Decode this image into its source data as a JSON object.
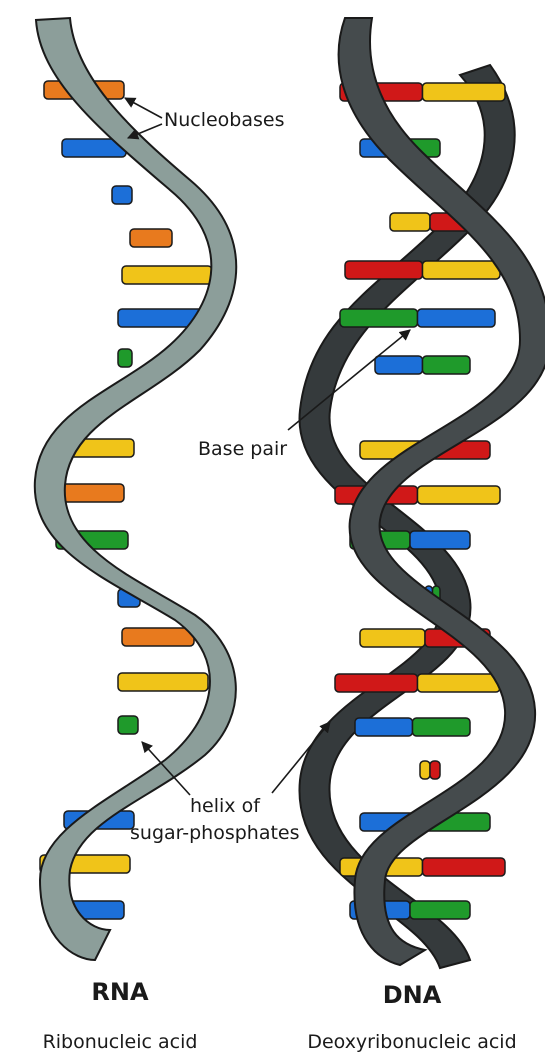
{
  "labels": {
    "nucleobases": "Nucleobases",
    "base_pair": "Base pair",
    "helix_line1": "helix of",
    "helix_line2": "sugar-phosphates"
  },
  "rna": {
    "title": "RNA",
    "subtitle": "Ribonucleic acid"
  },
  "dna": {
    "title": "DNA",
    "subtitle": "Deoxyribonucleic acid"
  },
  "colors": {
    "rna_backbone": "#8c9e9a",
    "rna_backbone_dark": "#72847f",
    "dna_backbone": "#454b4d",
    "dna_backbone_dark": "#353a3c",
    "outline": "#1a1a1a",
    "adenine_orange": "#e87a1e",
    "cytosine_blue": "#1c6fd8",
    "guanine_green": "#1f9a2b",
    "uracil_yellow": "#f0c419",
    "thymine_red": "#d01818"
  },
  "rna_bases": [
    "orange",
    "blue",
    "blue",
    "orange",
    "yellow",
    "blue",
    "green",
    "yellow",
    "orange",
    "green",
    "blue",
    "orange",
    "yellow",
    "green",
    "blue",
    "yellow",
    "blue"
  ],
  "dna_pairs": [
    [
      "red",
      "yellow"
    ],
    [
      "blue",
      "green"
    ],
    [
      "yellow",
      "red"
    ],
    [
      "red",
      "yellow"
    ],
    [
      "green",
      "blue"
    ],
    [
      "blue",
      "green"
    ],
    [
      "yellow",
      "red"
    ],
    [
      "red",
      "yellow"
    ],
    [
      "green",
      "blue"
    ],
    [
      "blue",
      "green"
    ],
    [
      "yellow",
      "red"
    ],
    [
      "red",
      "yellow"
    ],
    [
      "blue",
      "green"
    ],
    [
      "yellow",
      "red"
    ],
    [
      "blue",
      "green"
    ],
    [
      "yellow",
      "red"
    ],
    [
      "blue",
      "green"
    ]
  ]
}
